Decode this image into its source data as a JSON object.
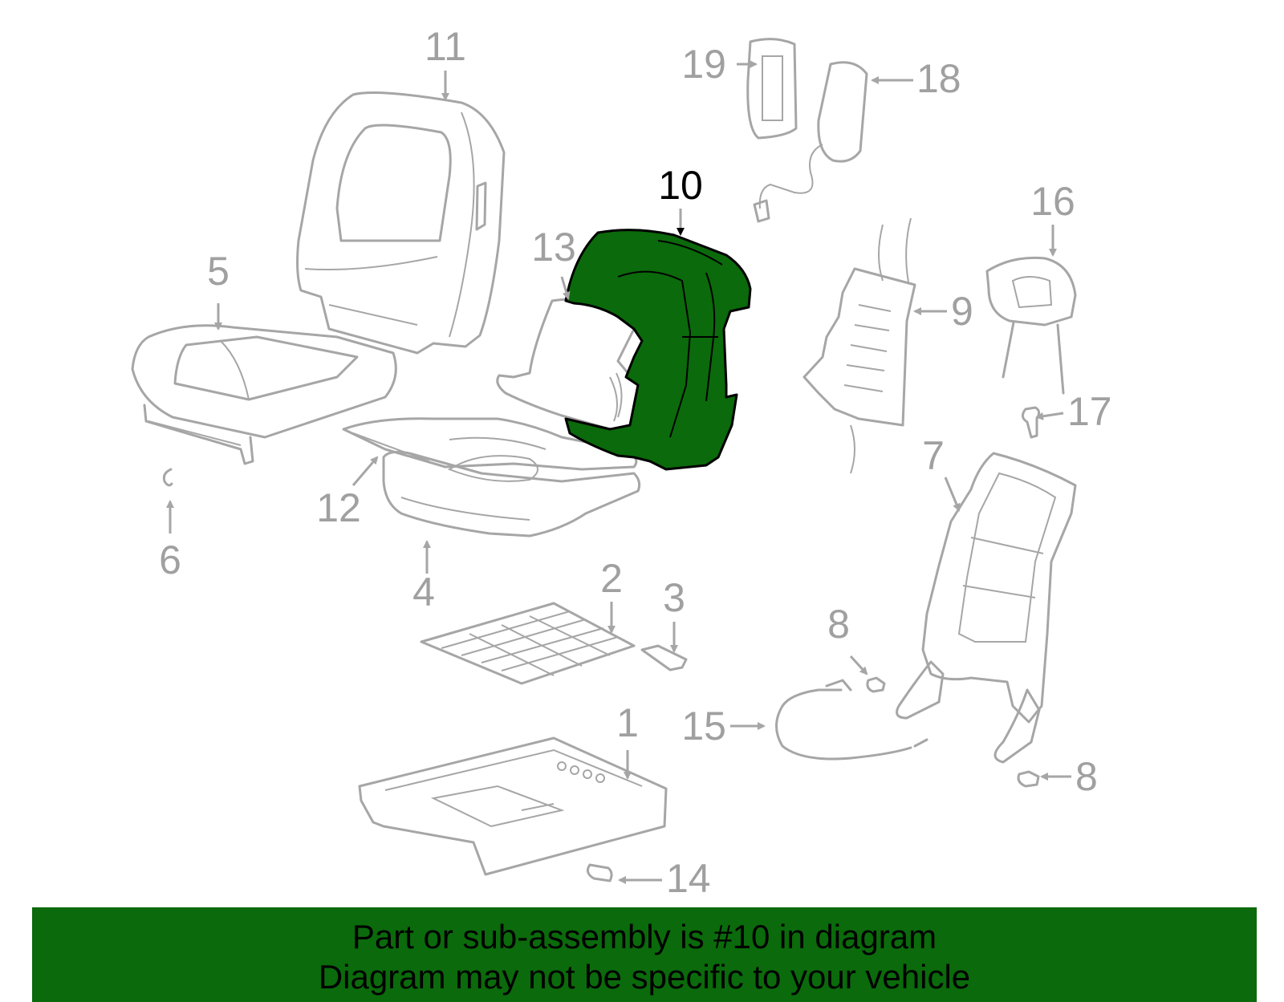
{
  "diagram": {
    "selected_part": "10",
    "highlight_color": "#0b6a0b",
    "line_color": "#a6a6a6",
    "callouts": {
      "p1": "1",
      "p2": "2",
      "p3": "3",
      "p4": "4",
      "p5": "5",
      "p6": "6",
      "p7": "7",
      "p8a": "8",
      "p8b": "8",
      "p9": "9",
      "p10": "10",
      "p11": "11",
      "p12": "12",
      "p13": "13",
      "p14": "14",
      "p15": "15",
      "p16": "16",
      "p17": "17",
      "p18": "18",
      "p19": "19"
    }
  },
  "banner": {
    "line1": "Part or sub-assembly is #10 in diagram",
    "line2": "Diagram may not be specific to your vehicle"
  }
}
